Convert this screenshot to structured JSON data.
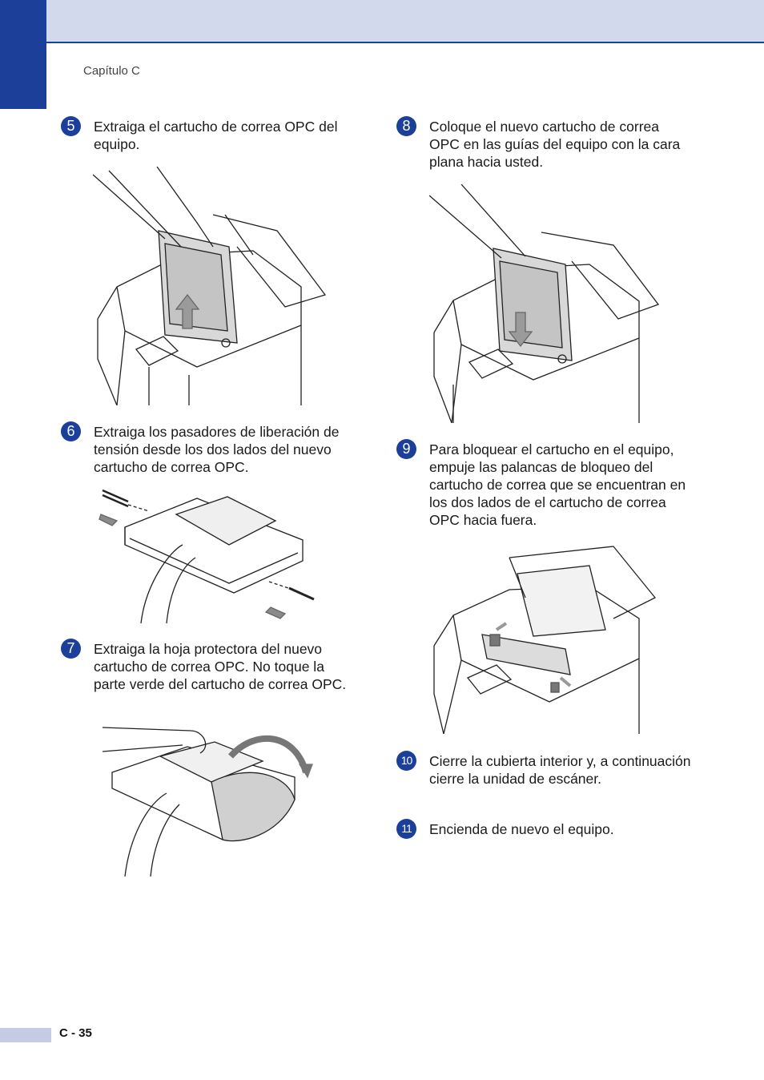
{
  "header": {
    "chapter": "Capítulo C"
  },
  "steps": [
    {
      "number": "5",
      "text": "Extraiga el cartucho de correa OPC del equipo."
    },
    {
      "number": "6",
      "text": "Extraiga los pasadores de liberación de tensión desde los dos lados del nuevo cartucho de correa OPC."
    },
    {
      "number": "7",
      "text": "Extraiga la hoja protectora del nuevo cartucho de correa OPC. No toque la parte verde del cartucho de correa OPC."
    },
    {
      "number": "8",
      "text": "Coloque el nuevo cartucho de correa OPC en las guías del equipo con la cara plana hacia usted."
    },
    {
      "number": "9",
      "text": "Para bloquear el cartucho en el equipo, empuje las palancas de bloqueo del cartucho de correa que se encuentran en los dos lados de el cartucho de correa OPC hacia fuera."
    },
    {
      "number": "10",
      "text": "Cierre la cubierta interior y, a continuación cierre la unidad de escáner."
    },
    {
      "number": "11",
      "text": "Encienda de nuevo el equipo."
    }
  ],
  "footer": {
    "page_number": "C - 35"
  },
  "colors": {
    "accent": "#1c3f9a",
    "header_band": "#d3d9ec",
    "footer_band": "#c5cbe5"
  }
}
